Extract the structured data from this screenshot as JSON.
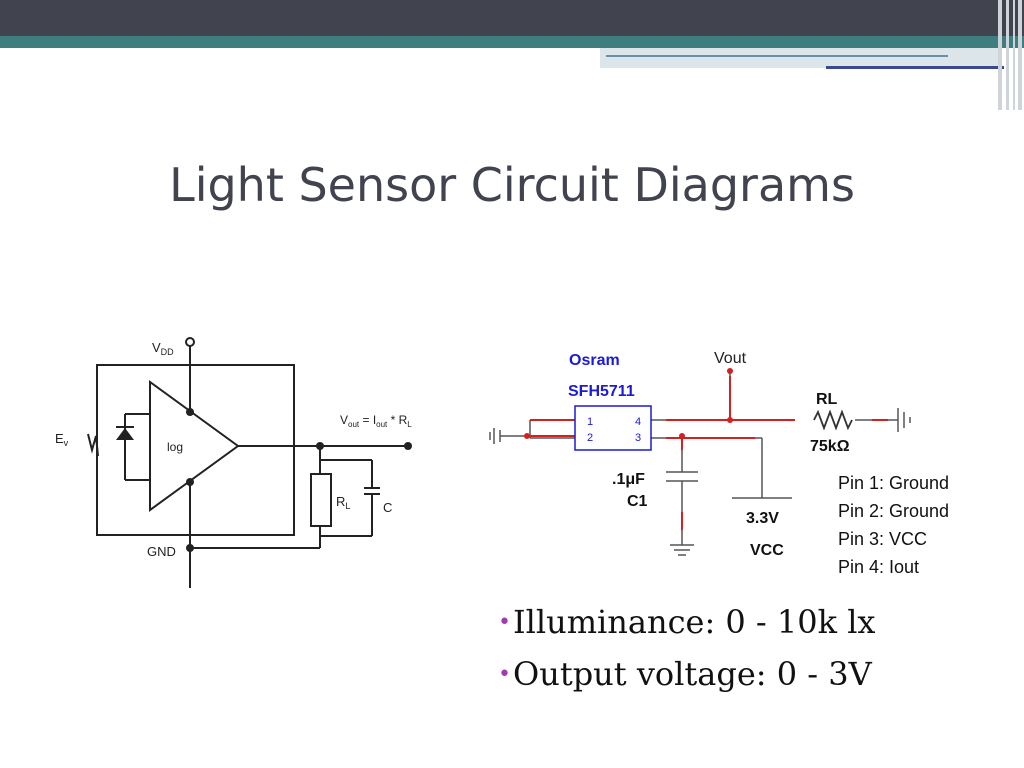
{
  "title": "Light Sensor Circuit Diagrams",
  "left_diagram": {
    "vdd": "V",
    "vdd_sub": "DD",
    "gnd": "GND",
    "ev": "E",
    "ev_sub": "v",
    "log": "log",
    "vout_eq_1": "V",
    "vout_eq_sub1": "out",
    "vout_eq_2": " = I",
    "vout_eq_sub2": "out",
    "vout_eq_3": " * R",
    "vout_eq_sub3": "L",
    "rl": "R",
    "rl_sub": "L",
    "cap": "C"
  },
  "right_diagram": {
    "manufacturer": "Osram",
    "part": "SFH5711",
    "pin1": "1",
    "pin2": "2",
    "pin3": "3",
    "pin4": "4",
    "vout": "Vout",
    "rl": "RL",
    "rl_value": "75kΩ",
    "cap_value": ".1μF",
    "cap_name": "C1",
    "supply_voltage": "3.3V",
    "supply_name": "VCC",
    "pins": [
      "Pin 1: Ground",
      "Pin 2: Ground",
      "Pin 3: VCC",
      "Pin 4: Iout"
    ]
  },
  "bullets": [
    "Illuminance:  0 - 10k lx",
    "Output voltage: 0 - 3V"
  ],
  "colors": {
    "title": "#41434f",
    "bullet_dot": "#a03cb0",
    "wire_red": "#d42020",
    "chip_blue": "#1a1ad8"
  }
}
